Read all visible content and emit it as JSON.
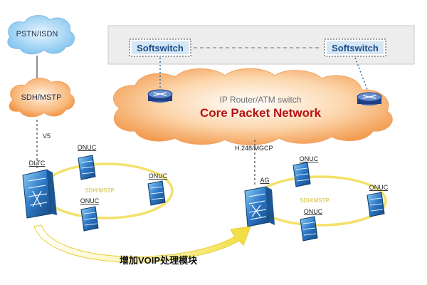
{
  "nodes": {
    "pstn": "PSTN/ISDN",
    "sdh": "SDH/MSTP",
    "softswitch_left": "Softswitch",
    "softswitch_right": "Softswitch",
    "core_subtitle": "IP Router/ATM switch",
    "core_title": "Core Packet Network",
    "dltc": "DLTC",
    "ag": "AG",
    "onuc_left_top": "ONUC",
    "onuc_left_right": "ONUC",
    "onuc_left_bottom": "ONUC",
    "onuc_right_top": "ONUC",
    "onuc_right_right": "ONUC",
    "onuc_right_bottom": "ONUC",
    "ring_left": "SDH/MSTP",
    "ring_right": "SDH/MSTP"
  },
  "links": {
    "v5": "V5",
    "h248": "H.248/MGCP"
  },
  "annotation": "增加VOIP处理模块",
  "colors": {
    "cloud_orange": "#f6a15a",
    "cloud_blue": "#7fc3ef",
    "ring_yellow": "#f3e16a",
    "device_blue": "#2d78c6",
    "router_navy": "#1f3f86",
    "title_red": "#b31515"
  }
}
